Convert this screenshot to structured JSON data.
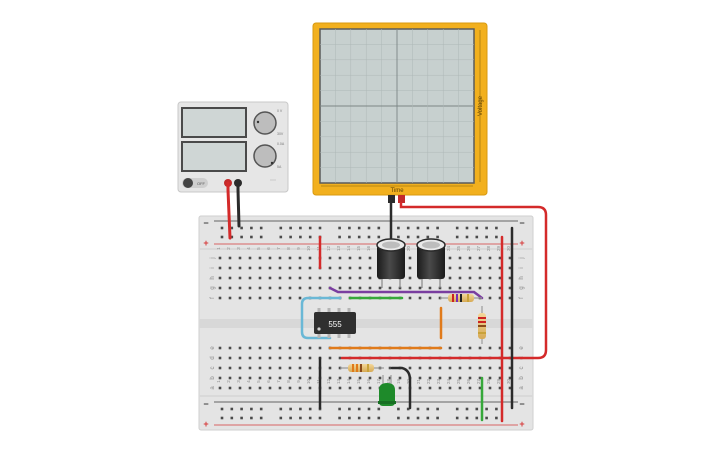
{
  "colors": {
    "scope_frame": "#f2b01e",
    "scope_screen": "#c7d0cf",
    "breadboard": "#e4e4e4",
    "rail_red": "#d63a3a",
    "rail_dark": "#3a3a3a",
    "wire_red": "#d42a2a",
    "wire_black": "#2b2b2b",
    "wire_blue": "#6ab8d6",
    "wire_purple": "#7a3ea0",
    "wire_green": "#36a83a",
    "wire_orange": "#e07a1a",
    "led_green": "#1e8a2a"
  },
  "oscilloscope": {
    "time_label": "Time",
    "voltage_label": "Voltage"
  },
  "power_supply": {
    "knob1_top_label": "0 V",
    "knob1_bottom_label": "30V",
    "knob2_top_label": "0.0A",
    "knob2_bottom_label": "5A",
    "switch_label": "OFF"
  },
  "breadboard": {
    "rail_plus": "+",
    "rail_minus": "−",
    "row_letters_top": [
      "j",
      "i",
      "h",
      "g",
      "f"
    ],
    "row_letters_bottom": [
      "e",
      "d",
      "c",
      "b",
      "a"
    ],
    "column_numbers": [
      "1",
      "2",
      "3",
      "4",
      "5",
      "6",
      "7",
      "8",
      "9",
      "10",
      "11",
      "12",
      "13",
      "14",
      "15",
      "16",
      "17",
      "18",
      "19",
      "20",
      "21",
      "22",
      "23",
      "24",
      "25",
      "26",
      "27",
      "28",
      "29",
      "30"
    ]
  },
  "chip": {
    "label": "555"
  },
  "icons": [
    "knob-icon",
    "power-switch-icon",
    "capacitor-icon",
    "resistor-icon",
    "led-icon",
    "ic-chip-icon"
  ]
}
